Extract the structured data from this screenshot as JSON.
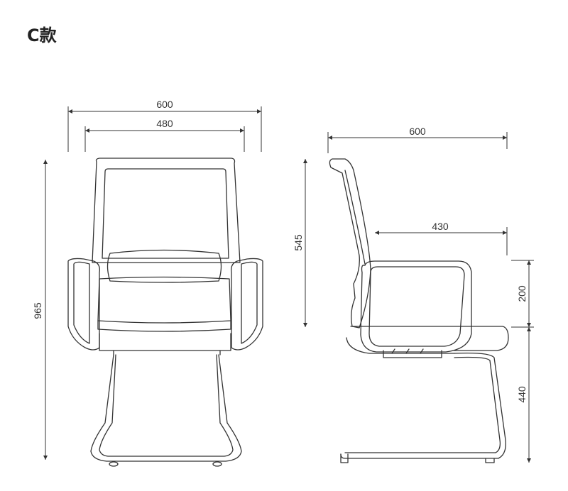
{
  "title": "C款",
  "front_view": {
    "dimensions": {
      "overall_width": "600",
      "seat_width": "480",
      "overall_height": "965"
    }
  },
  "side_view": {
    "dimensions": {
      "overall_depth": "600",
      "seat_depth": "430",
      "back_height": "545",
      "armrest_height": "200",
      "seat_height": "440"
    }
  }
}
